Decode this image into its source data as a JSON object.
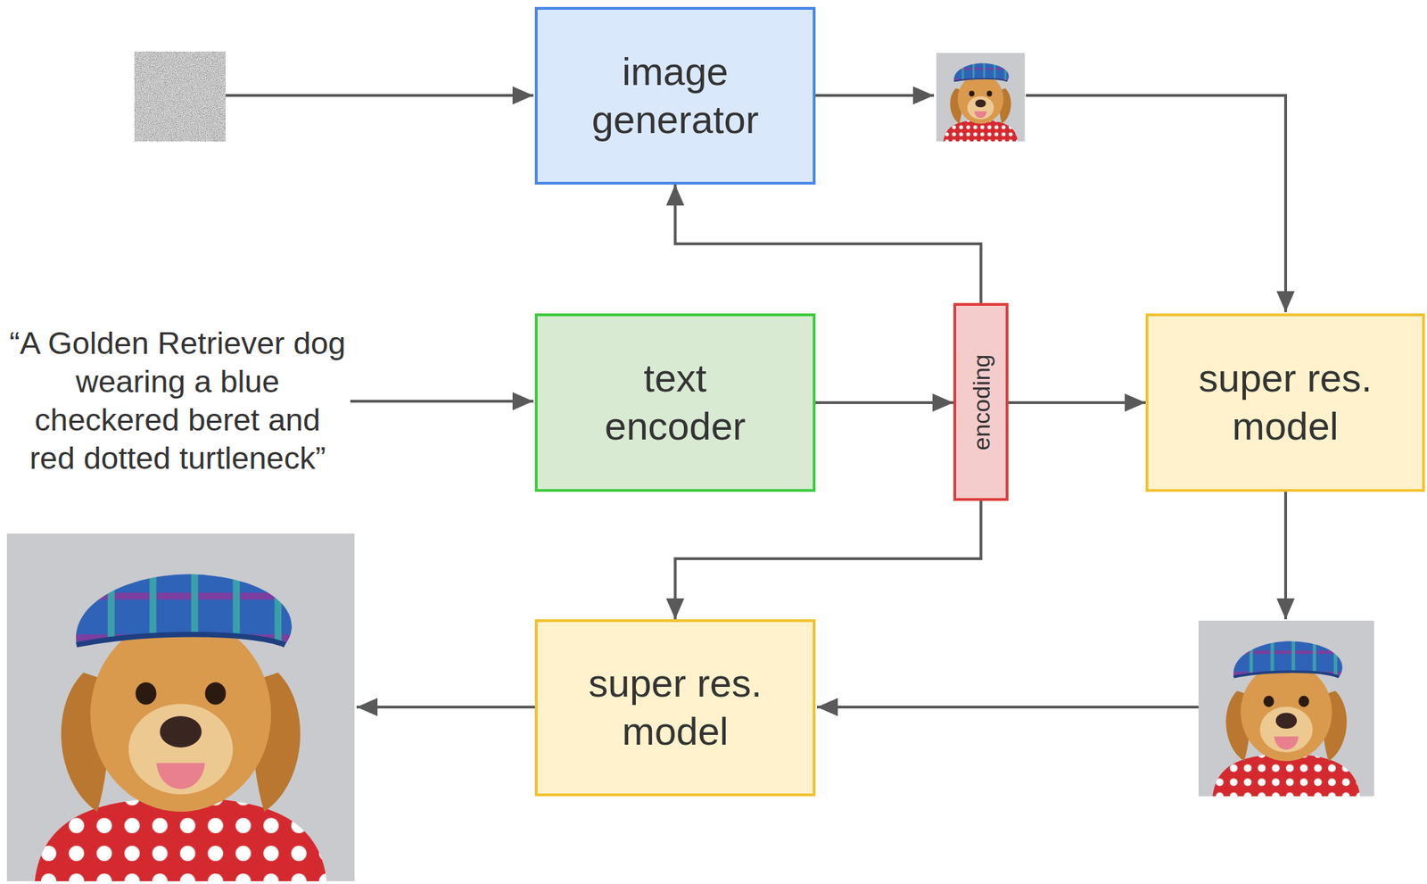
{
  "diagram": {
    "nodes": [
      {
        "text": [
          "image generator"
        ]
      },
      {
        "text": [
          "text encoder"
        ]
      },
      {
        "text": [
          "encoding"
        ]
      },
      {
        "text": [
          "super res. model"
        ]
      },
      {
        "text": [
          "super res. model"
        ]
      }
    ],
    "edges": [
      {
        "from": 2,
        "to": 0,
        "arrow": "to"
      },
      {
        "from": 1,
        "to": 2,
        "arrow": "to"
      },
      {
        "from": 2,
        "to": 3,
        "arrow": "to"
      },
      {
        "from": 2,
        "to": 4,
        "arrow": "to"
      }
    ],
    "labels": [
      "“A Golden Retriever dog wearing a blue checkered beret and red dotted turtleneck”"
    ]
  }
}
